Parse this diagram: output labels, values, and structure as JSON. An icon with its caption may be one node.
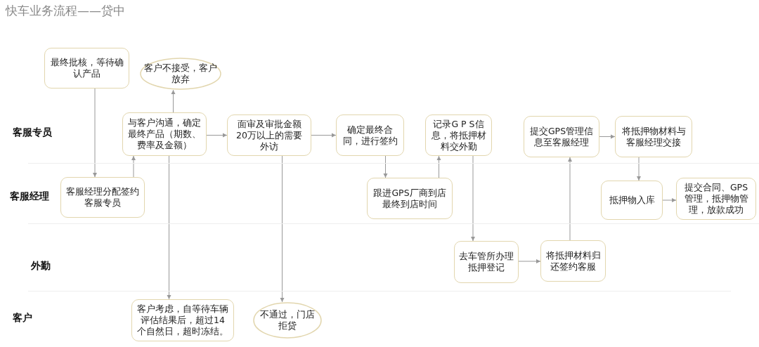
{
  "diagram": {
    "title": "快车业务流程——贷中",
    "nodes": [
      {
        "text": [
          "最终批核，等待确认产品"
        ]
      },
      {
        "text": [
          "客户不接受，客户放弃"
        ]
      },
      {
        "text": [
          "与客户沟通，确定最终产品（期数、费率及金额）"
        ]
      },
      {
        "text": [
          "面审及审批金额20万以上的需要外访"
        ]
      },
      {
        "text": [
          "确定最终合同，进行签约"
        ]
      },
      {
        "text": [
          "记录G P S信息，将抵押材料交外勤"
        ]
      },
      {
        "text": [
          "提交GPS管理信息至客服经理"
        ]
      },
      {
        "text": [
          "将抵押物材料与客服经理交接"
        ]
      },
      {
        "text": [
          "客服经理分配签约客服专员"
        ]
      },
      {
        "text": [
          "跟进GPS厂商到店最终到店时间"
        ]
      },
      {
        "text": [
          "抵押物入库"
        ]
      },
      {
        "text": [
          "提交合同、GPS管理，抵押物管理，放款成功"
        ]
      },
      {
        "text": [
          "去车管所办理抵押登记"
        ]
      },
      {
        "text": [
          "将抵押材料归还签约客服"
        ]
      },
      {
        "text": [
          "客户考虑，自等待车辆评估结果后，超过14个自然日，超时冻结。"
        ]
      },
      {
        "text": [
          "不通过，门店拒贷"
        ]
      }
    ],
    "edges": [
      {
        "from": 0,
        "to": 8,
        "arrow": "to"
      },
      {
        "from": 8,
        "to": 2,
        "arrow": "to"
      },
      {
        "from": 2,
        "to": 1,
        "arrow": "to"
      },
      {
        "from": 2,
        "to": 3,
        "arrow": "to"
      },
      {
        "from": 2,
        "to": 14,
        "arrow": "to"
      },
      {
        "from": 3,
        "to": 4,
        "arrow": "to"
      },
      {
        "from": 3,
        "to": 15,
        "arrow": "to"
      },
      {
        "from": 4,
        "to": 9,
        "arrow": "to"
      },
      {
        "from": 9,
        "to": 5,
        "arrow": "to"
      },
      {
        "from": 5,
        "to": 12,
        "arrow": "to"
      },
      {
        "from": 12,
        "to": 13,
        "arrow": "to"
      },
      {
        "from": 13,
        "to": 6,
        "arrow": "to"
      },
      {
        "from": 6,
        "to": 7,
        "arrow": "to"
      },
      {
        "from": 7,
        "to": 10,
        "arrow": "to"
      },
      {
        "from": 10,
        "to": 11,
        "arrow": "to"
      }
    ],
    "labels": [
      "客服专员",
      "客服经理",
      "外勤",
      "客户"
    ]
  }
}
